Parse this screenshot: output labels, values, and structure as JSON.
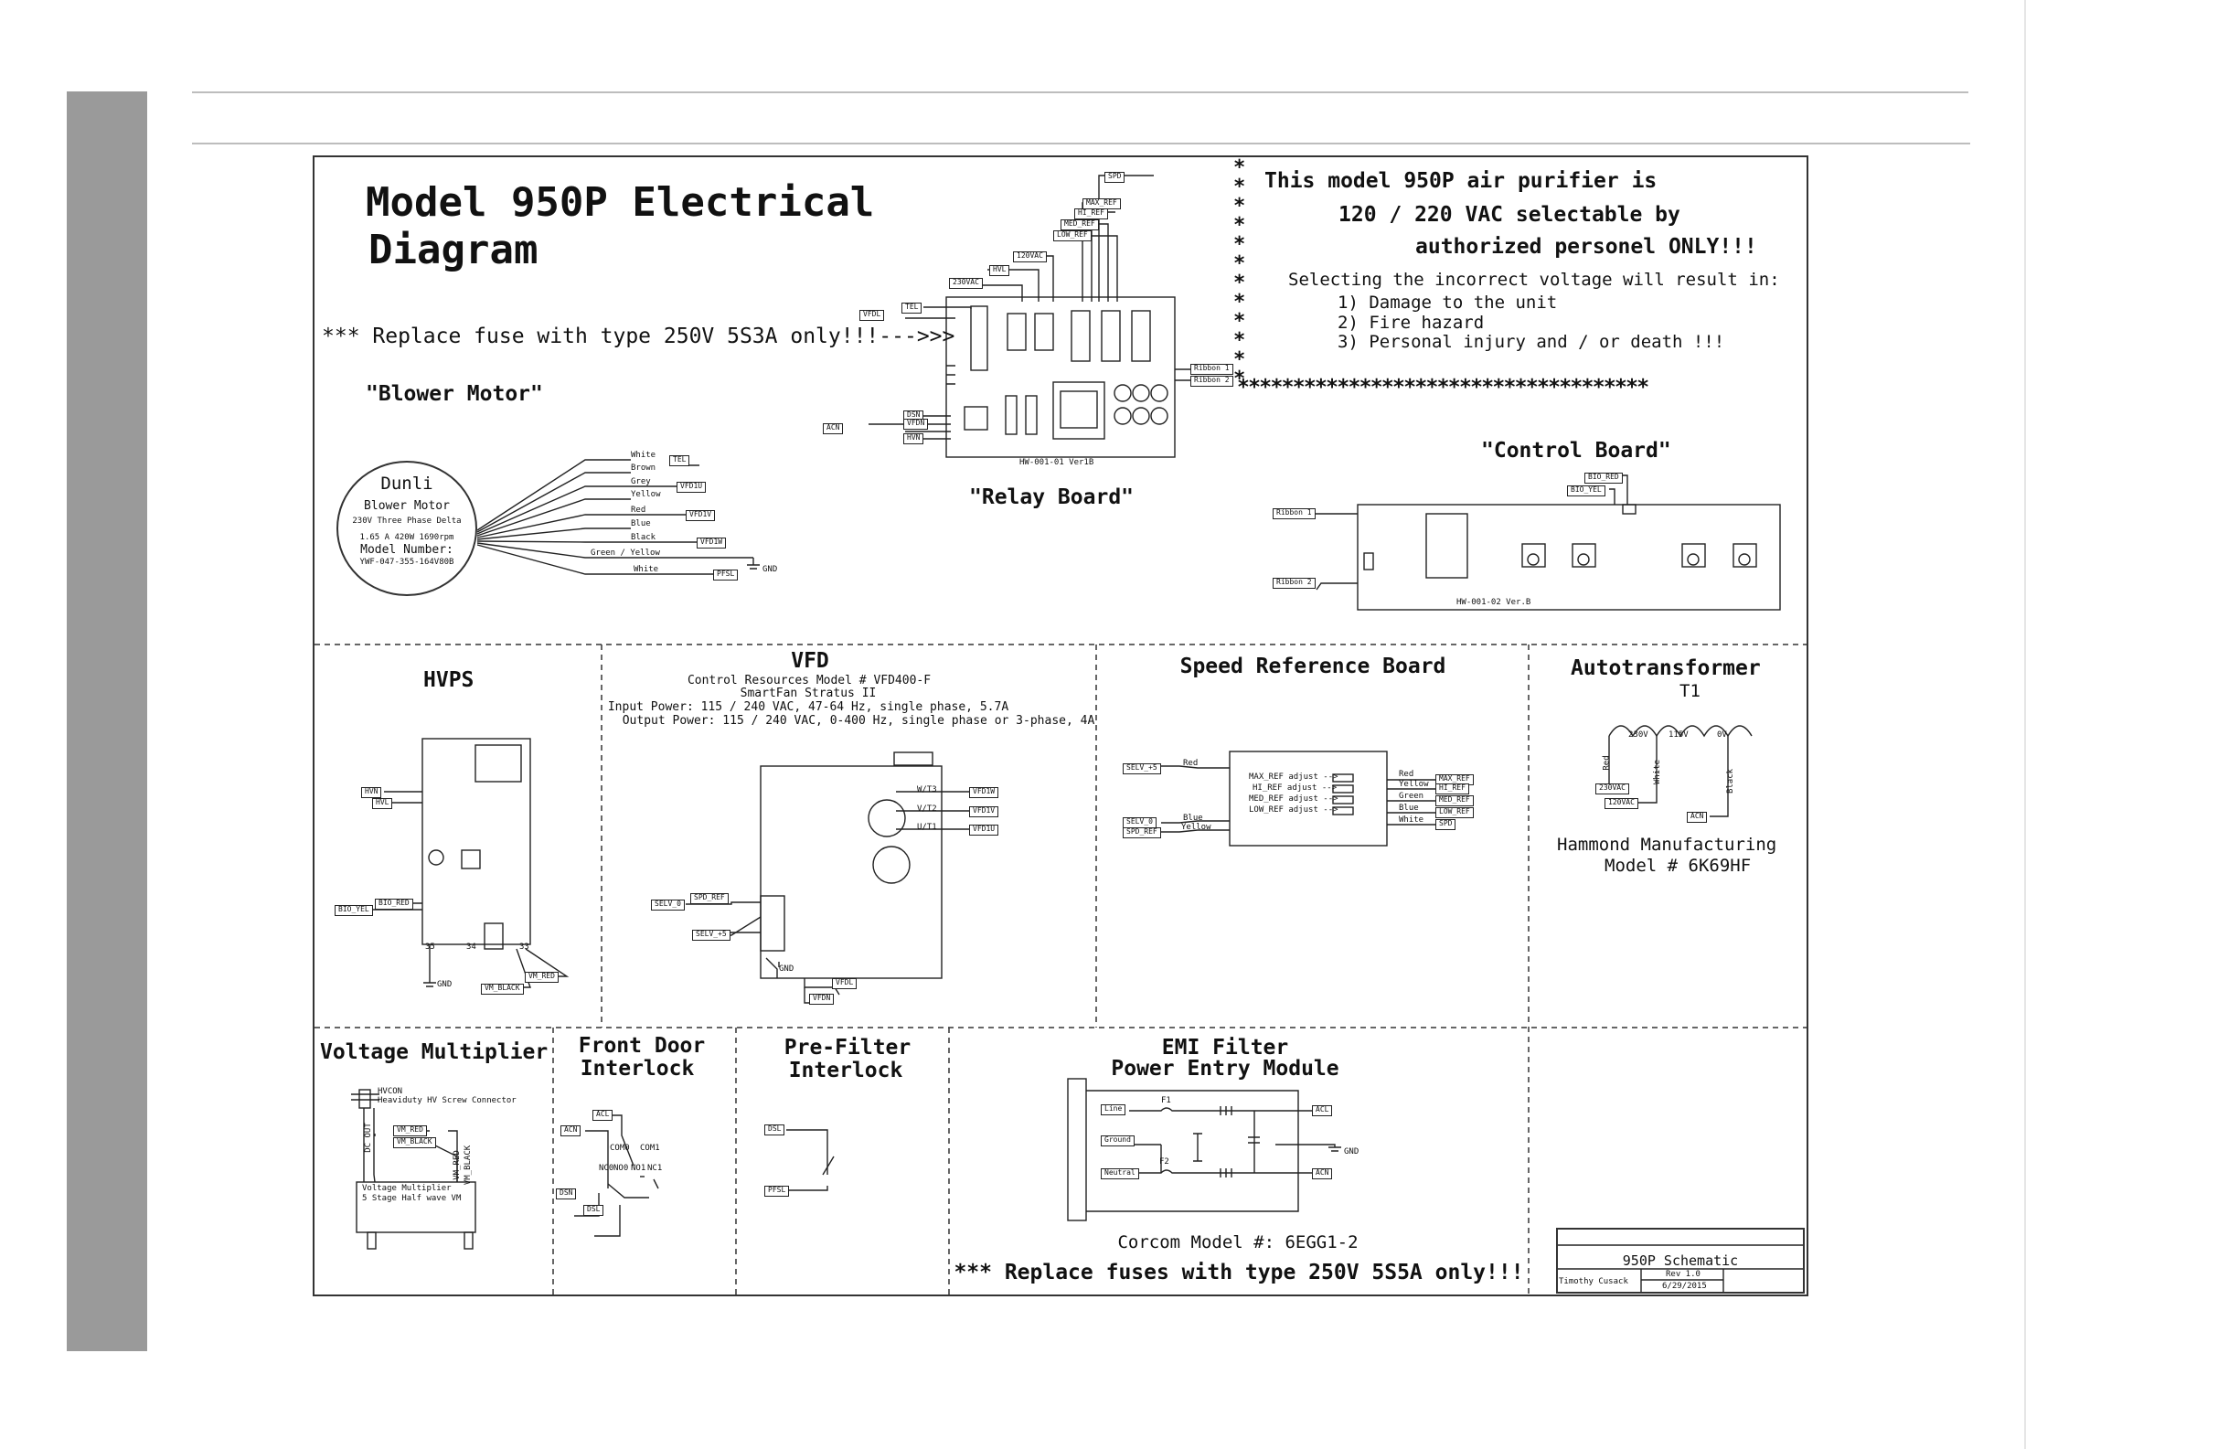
{
  "title": {
    "line1": "Model 950P Electrical",
    "line2": "Diagram"
  },
  "fuse_note_top": "*** Replace fuse with type 250V 5S3A only!!!--->>>",
  "warning": {
    "line1": "This model 950P air purifier is",
    "line2": "120 / 220 VAC selectable by",
    "line3": "authorized personel ONLY!!!",
    "line4": "Selecting the incorrect voltage will  result in:",
    "items": [
      "1) Damage to the unit",
      "2) Fire hazard",
      "3) Personal injury and / or death !!!"
    ],
    "stars_bottom": "*************************************",
    "stars_left": "*\n*\n*\n*\n*\n*\n*\n*\n*\n*\n*\n*"
  },
  "blower": {
    "label": "\"Blower Motor\"",
    "brand": "Dunli",
    "name": "Blower Motor",
    "spec1": "230V Three Phase Delta",
    "spec2": "1.65 A    420W    1690rpm",
    "model_label": "Model  Number:",
    "model_number": "YWF-047-355-164V80B",
    "wires": [
      "White",
      "Brown",
      "Grey",
      "Yellow",
      "Red",
      "Blue",
      "Black",
      "Green / Yellow",
      "White"
    ],
    "tags": [
      "TEL",
      "VFD1U",
      "VFD1V",
      "VFD1W",
      "PFSL"
    ],
    "gnd": "GND"
  },
  "relay": {
    "label": "\"Relay Board\"",
    "board_id": "HW-001-01 Ver1B",
    "tags": [
      "SPD",
      "MAX_REF",
      "HI_REF",
      "MED_REF",
      "LOW_REF",
      "120VAC",
      "230VAC",
      "HVL",
      "TEL",
      "VFDL",
      "DSN",
      "VFDN",
      "HVN",
      "ACN",
      "Ribbon 1",
      "Ribbon 2"
    ]
  },
  "control": {
    "label": "\"Control Board\"",
    "board_id": "HW-001-02 Ver.B",
    "tags": [
      "BIO_RED",
      "BIO_YEL",
      "Ribbon 1",
      "Ribbon 2"
    ]
  },
  "hvps": {
    "title": "HVPS",
    "tags": [
      "HVN",
      "HVL",
      "BIO_RED",
      "BIO_YEL",
      "VM_RED",
      "VM_BLACK"
    ],
    "pins": [
      "35",
      "34",
      "33"
    ],
    "gnd": "GND"
  },
  "vfd": {
    "title": "VFD",
    "line1": "Control Resources Model # VFD400-F",
    "line2": "SmartFan Stratus II",
    "line3": "Input Power: 115 / 240 VAC, 47-64 Hz, single phase, 5.7A",
    "line4": "Output Power: 115 / 240 VAC, 0-400 Hz, single phase or 3-phase, 4A",
    "tags": [
      "VFD1W",
      "VFD1V",
      "VFD1U",
      "SPD_REF",
      "SELV_0",
      "SELV_+5",
      "VFDL",
      "VFDN"
    ],
    "out_labels": [
      "W/T3",
      "V/T2",
      "U/T1"
    ],
    "gnd": "GND"
  },
  "speed": {
    "title": "Speed Reference Board",
    "adjust": [
      "MAX_REF adjust -->",
      "HI_REF adjust -->",
      "MED_REF adjust -->",
      "LOW_REF adjust -->"
    ],
    "out_colors": [
      "Red",
      "Yellow",
      "Green",
      "Blue",
      "White"
    ],
    "out_tags": [
      "MAX_REF",
      "HI_REF",
      "MED_REF",
      "LOW_REF",
      "SPD"
    ],
    "in_tags": [
      "SELV_+5",
      "SELV_0",
      "SPD_REF"
    ],
    "in_colors": [
      "Red",
      "Blue",
      "Yellow"
    ]
  },
  "auto": {
    "title": "Autotransformer",
    "ref": "T1",
    "taps": [
      "230V",
      "115V",
      "0V"
    ],
    "wire_colors": [
      "Red",
      "White",
      "Black"
    ],
    "tags": [
      "230VAC",
      "120VAC",
      "ACN"
    ],
    "maker": "Hammond Manufacturing",
    "model": "Model # 6K69HF"
  },
  "vm": {
    "title": "Voltage Multiplier",
    "connector": "HVCON",
    "connector_desc": "Heaviduty HV Screw Connector",
    "tags": [
      "VM_RED",
      "VM_BLACK"
    ],
    "box1": "Voltage Multiplier",
    "box2": "5 Stage Half wave VM",
    "side1": "DC OUT",
    "side2": "VM_RED",
    "side3": "VM_BLACK"
  },
  "frontdoor": {
    "title1": "Front Door",
    "title2": "Interlock",
    "tags": [
      "ACL",
      "ACN",
      "DSN",
      "DSL"
    ],
    "labels": [
      "COM0",
      "COM1",
      "NC0",
      "NO0",
      "NO1",
      "NC1"
    ]
  },
  "prefilter": {
    "title1": "Pre-Filter",
    "title2": "Interlock",
    "tags": [
      "DSL",
      "PFSL"
    ]
  },
  "emi": {
    "title1": "EMI Filter",
    "title2": "Power Entry Module",
    "inputs": [
      "Line",
      "Ground",
      "Neutral"
    ],
    "fuses": [
      "F1",
      "F2"
    ],
    "tags": [
      "ACL",
      "ACN"
    ],
    "gnd": "GND",
    "model": "Corcom Model #: 6EGG1-2",
    "fuse_note": "*** Replace fuses with type 250V 5S5A only!!!"
  },
  "titleblock": {
    "name": "950P Schematic",
    "rev": "Rev 1.0",
    "author": "Timothy Cusack",
    "date": "6/29/2015"
  }
}
